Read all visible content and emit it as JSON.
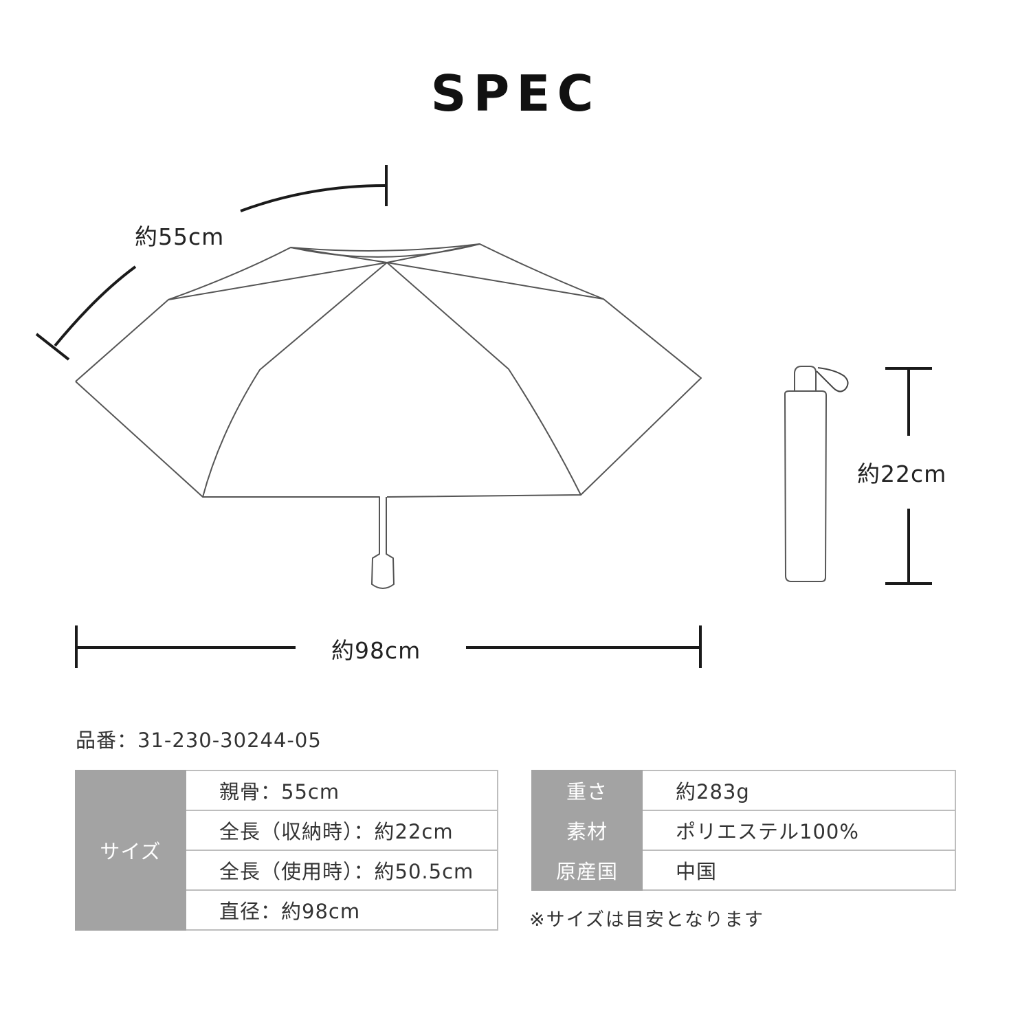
{
  "title": "SPEC",
  "diagram": {
    "rib_length_label": "約55cm",
    "diameter_label": "約98cm",
    "folded_length_label": "約22cm",
    "line_color": "#555555",
    "dimension_color": "#1a1a1a"
  },
  "product_code": "品番：31-230-30244-05",
  "size_table": {
    "header": "サイズ",
    "rows": [
      "親骨：55cm",
      "全長（収納時）：約22cm",
      "全長（使用時）：約50.5cm",
      "直径：約98cm"
    ]
  },
  "misc_table": {
    "rows": [
      {
        "label": "重さ",
        "value": "約283g"
      },
      {
        "label": "素材",
        "value": "ポリエステル100%"
      },
      {
        "label": "原産国",
        "value": "中国"
      }
    ]
  },
  "note": "※サイズは目安となります",
  "colors": {
    "header_bg": "#a3a3a3",
    "border": "#bdbdbd",
    "text": "#333333"
  }
}
